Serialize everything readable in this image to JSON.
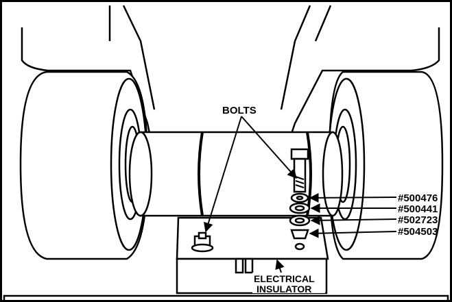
{
  "diagram": {
    "callouts": {
      "bolts": "BOLTS",
      "part_1": "#500476",
      "part_2": "#500441",
      "part_3": "#502723",
      "part_4": "#504503",
      "insulator_line1": "ELECTRICAL",
      "insulator_line2": "INSULATOR"
    },
    "colors": {
      "ink": "#000000",
      "paper": "#ffffff"
    }
  }
}
